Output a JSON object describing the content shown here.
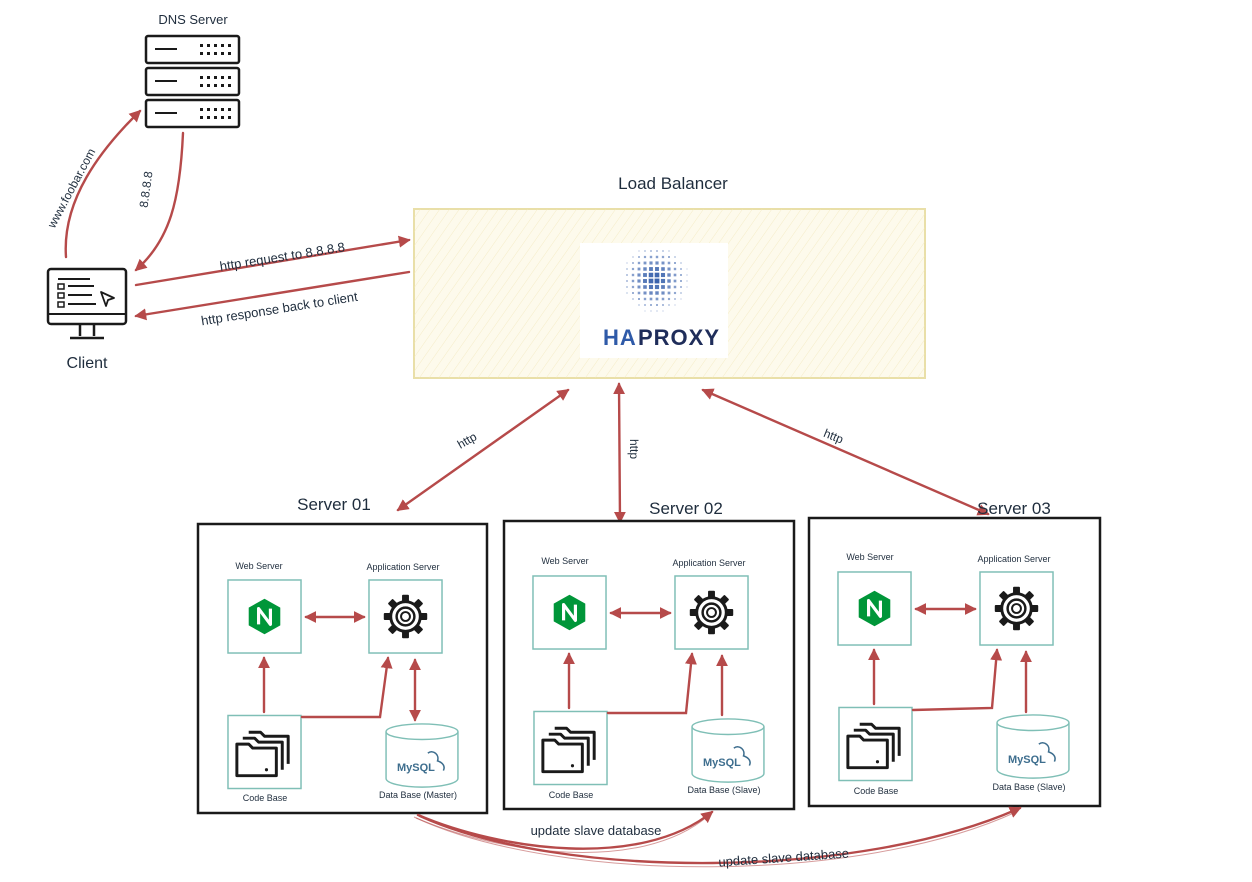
{
  "dns": {
    "label": "DNS Server"
  },
  "client": {
    "label": "Client"
  },
  "flows": {
    "domain_query": "www.foobar.com",
    "ip_answer": "8.8.8.8",
    "request": "http request to 8.8.8.8",
    "response": "http response back to client"
  },
  "load_balancer": {
    "label": "Load Balancer",
    "logo_text_a": "HA",
    "logo_text_b": "PROXY"
  },
  "links": {
    "server_link": "http"
  },
  "servers": [
    {
      "title": "Server 01",
      "web": "Web Server",
      "app": "Application Server",
      "code": "Code Base",
      "db": "Data Base (Master)",
      "mysql": "MySQL"
    },
    {
      "title": "Server 02",
      "web": "Web Server",
      "app": "Application Server",
      "code": "Code Base",
      "db": "Data Base (Slave)",
      "mysql": "MySQL"
    },
    {
      "title": "Server 03",
      "web": "Web Server",
      "app": "Application Server",
      "code": "Code Base",
      "db": "Data Base (Slave)",
      "mysql": "MySQL"
    }
  ],
  "replication": {
    "label": "update slave database"
  },
  "colors": {
    "arrow": "#b64a4a",
    "nginx": "#009639",
    "lb_fill": "#fdfaec",
    "lb_border": "#e9dfa8",
    "haproxy_blue": "#2f5aa8"
  },
  "icons": [
    "server-rack-icon",
    "monitor-icon",
    "haproxy-logo",
    "nginx-icon",
    "gear-icon",
    "folder-icon",
    "mysql-icon"
  ]
}
